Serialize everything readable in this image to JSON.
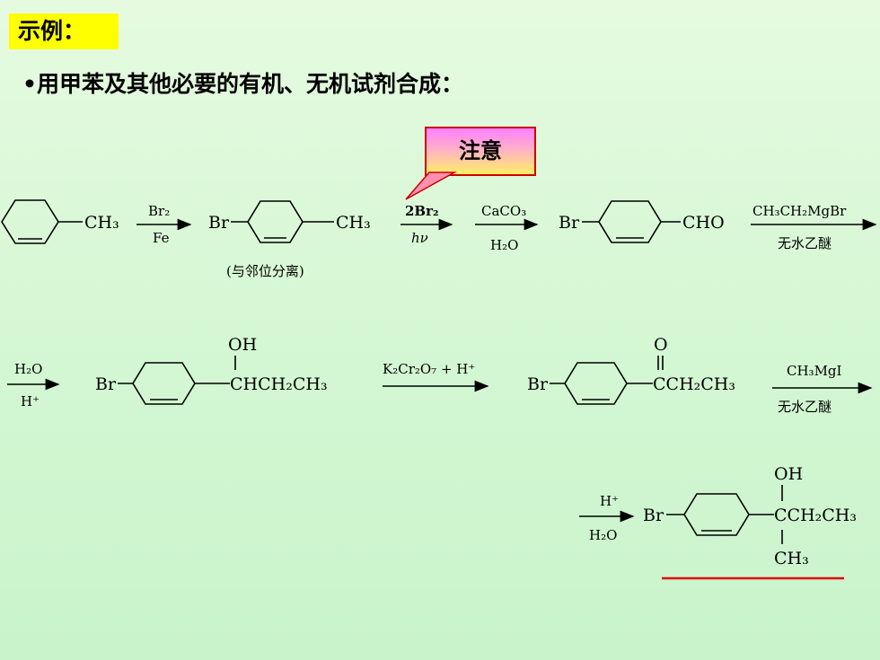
{
  "header": {
    "badge": "示例：",
    "task": "•用甲苯及其他必要的有机、无机试剂合成："
  },
  "callout": {
    "label": "注意"
  },
  "scheme": {
    "toluene": {
      "sub": "CH₃"
    },
    "step1": {
      "above": "Br₂",
      "below": "Fe"
    },
    "p_bromotoluene": {
      "left": "Br",
      "right": "CH₃",
      "note": "(与邻位分离)"
    },
    "step2": {
      "above": "2Br₂",
      "below": "hν"
    },
    "step3": {
      "above": "CaCO₃",
      "below": "H₂O"
    },
    "aldehyde": {
      "left": "Br",
      "right": "CHO"
    },
    "step4": {
      "above": "CH₃CH₂MgBr",
      "below": "无水乙醚"
    },
    "step5": {
      "above": "H₂O",
      "below": "H⁺"
    },
    "alcohol": {
      "left": "Br",
      "top": "OH",
      "right": "CHCH₂CH₃"
    },
    "step6": {
      "above": "K₂Cr₂O₇ + H⁺"
    },
    "ketone": {
      "left": "Br",
      "top": "O",
      "right": "CCH₂CH₃"
    },
    "step7": {
      "above": "CH₃MgI",
      "below": "无水乙醚"
    },
    "step8": {
      "above": "H⁺",
      "below": "H₂O"
    },
    "product": {
      "left": "Br",
      "top": "OH",
      "right": "CCH₂CH₃",
      "bottom": "CH₃"
    }
  }
}
